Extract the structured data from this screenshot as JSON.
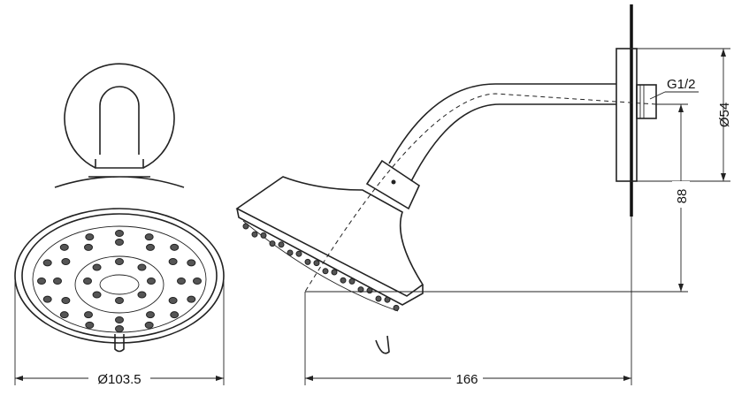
{
  "dimensions": {
    "head_diameter": "Ø103.5",
    "projection": "166",
    "drop": "88",
    "flange_diameter": "Ø54",
    "thread": "G1/2"
  }
}
